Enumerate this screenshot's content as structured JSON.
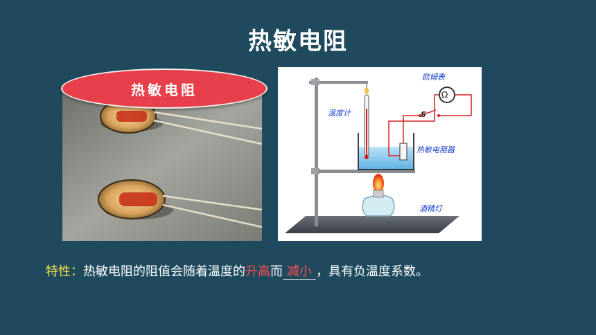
{
  "slide": {
    "title": "热敏电阻"
  },
  "photo": {
    "badge_label": "热敏电阻"
  },
  "diagram": {
    "labels": {
      "ohmmeter": "欧姆表",
      "ohm_symbol": "Ω",
      "thermometer": "温度计",
      "switch": "S",
      "thermistor": "热敏电阻器",
      "lamp": "酒精灯"
    }
  },
  "caption": {
    "label": "特性：",
    "text1": "热敏电阻的阻值会随着温度的",
    "highlight": "升高",
    "text2": "而",
    "answer": "减小",
    "text3": "，具有负温度系数。"
  },
  "colors": {
    "background": "#1f4a5e",
    "badge": "#e8404a",
    "label_yellow": "#f7e14c",
    "highlight_red": "#ff4b4b",
    "diagram_text": "#1a3fd0"
  }
}
